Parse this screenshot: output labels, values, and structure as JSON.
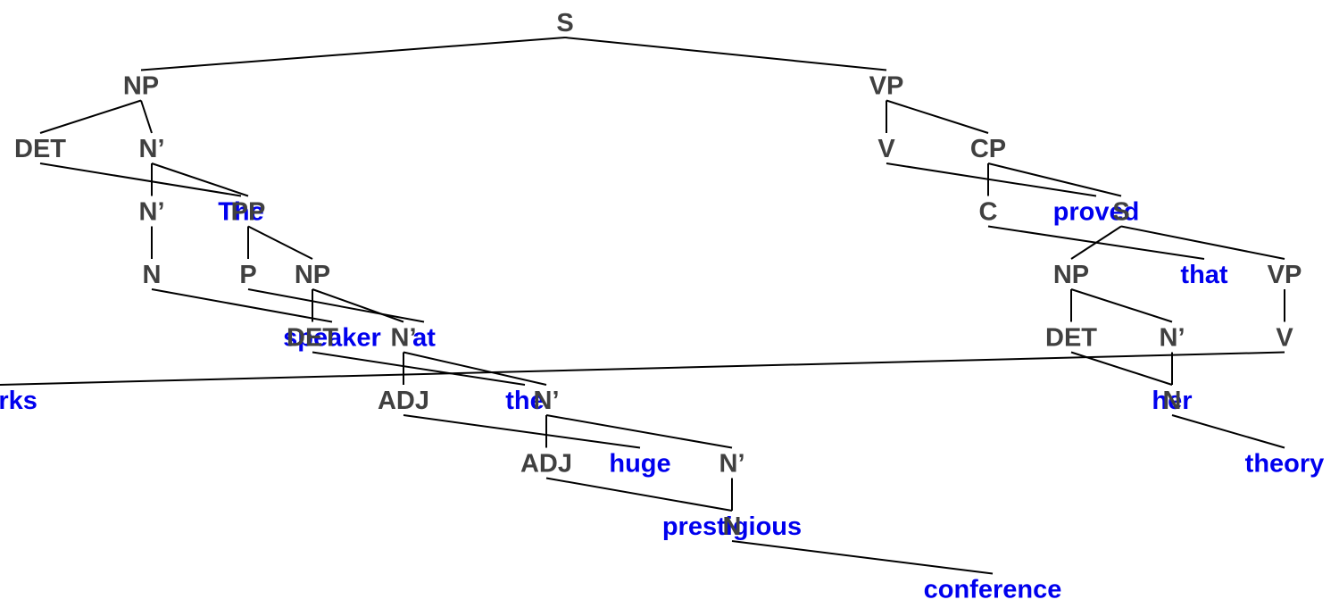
{
  "colors": {
    "category": "#404040",
    "word": "#0000ee",
    "edge": "#000000"
  },
  "tree": {
    "label": "S",
    "kind": "category",
    "children": [
      {
        "label": "NP",
        "kind": "category",
        "children": [
          {
            "label": "DET",
            "kind": "category",
            "children": [
              {
                "label": "The",
                "kind": "word"
              }
            ]
          },
          {
            "label": "N’",
            "kind": "category",
            "children": [
              {
                "label": "N’",
                "kind": "category",
                "children": [
                  {
                    "label": "N",
                    "kind": "category",
                    "children": [
                      {
                        "label": "speaker",
                        "kind": "word"
                      }
                    ]
                  }
                ]
              },
              {
                "label": "PP",
                "kind": "category",
                "children": [
                  {
                    "label": "P",
                    "kind": "category",
                    "children": [
                      {
                        "label": "at",
                        "kind": "word"
                      }
                    ]
                  },
                  {
                    "label": "NP",
                    "kind": "category",
                    "children": [
                      {
                        "label": "DET",
                        "kind": "category",
                        "children": [
                          {
                            "label": "the",
                            "kind": "word"
                          }
                        ]
                      },
                      {
                        "label": "N’",
                        "kind": "category",
                        "children": [
                          {
                            "label": "ADJ",
                            "kind": "category",
                            "children": [
                              {
                                "label": "huge",
                                "kind": "word"
                              }
                            ]
                          },
                          {
                            "label": "N’",
                            "kind": "category",
                            "children": [
                              {
                                "label": "ADJ",
                                "kind": "category",
                                "children": [
                                  {
                                    "label": "prestigious",
                                    "kind": "word"
                                  }
                                ]
                              },
                              {
                                "label": "N’",
                                "kind": "category",
                                "children": [
                                  {
                                    "label": "N",
                                    "kind": "category",
                                    "children": [
                                      {
                                        "label": "conference",
                                        "kind": "word"
                                      }
                                    ]
                                  }
                                ]
                              }
                            ]
                          }
                        ]
                      }
                    ]
                  }
                ]
              }
            ]
          }
        ]
      },
      {
        "label": "VP",
        "kind": "category",
        "children": [
          {
            "label": "V",
            "kind": "category",
            "children": [
              {
                "label": "proved",
                "kind": "word"
              }
            ]
          },
          {
            "label": "CP",
            "kind": "category",
            "children": [
              {
                "label": "C",
                "kind": "category",
                "children": [
                  {
                    "label": "that",
                    "kind": "word"
                  }
                ]
              },
              {
                "label": "S",
                "kind": "category",
                "children": [
                  {
                    "label": "NP",
                    "kind": "category",
                    "children": [
                      {
                        "label": "DET",
                        "kind": "category",
                        "children": [
                          {
                            "label": "her",
                            "kind": "word"
                          }
                        ]
                      },
                      {
                        "label": "N’",
                        "kind": "category",
                        "children": [
                          {
                            "label": "N",
                            "kind": "category",
                            "children": [
                              {
                                "label": "theory",
                                "kind": "word"
                              }
                            ]
                          }
                        ]
                      }
                    ]
                  },
                  {
                    "label": "VP",
                    "kind": "category",
                    "children": [
                      {
                        "label": "V",
                        "kind": "category",
                        "children": [
                          {
                            "label": "works",
                            "kind": "word"
                          }
                        ]
                      }
                    ]
                  }
                ]
              }
            ]
          }
        ]
      }
    ]
  }
}
